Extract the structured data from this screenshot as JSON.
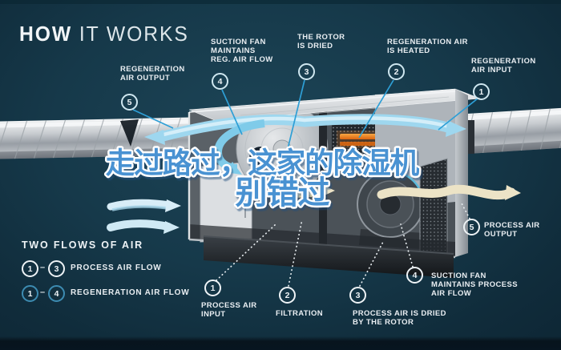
{
  "title": {
    "word_bold": "HOW",
    "word_light": " IT WORKS"
  },
  "watermark": {
    "line1": "走过路过，这家的除湿机",
    "line2": "别错过"
  },
  "callouts": {
    "reg_output": {
      "num": "5",
      "text": "REGENERATION\nAIR OUTPUT"
    },
    "reg_fan": {
      "num": "4",
      "text": "SUCTION FAN\nMAINTAINS\nREG. AIR FLOW"
    },
    "rotor_dried": {
      "num": "3",
      "text": "THE ROTOR\nIS DRIED"
    },
    "reg_heated": {
      "num": "2",
      "text": "REGENERATION AIR\nIS HEATED"
    },
    "reg_input": {
      "num": "1",
      "text": "REGENERATION\nAIR INPUT"
    },
    "process_output": {
      "num": "5",
      "text": "PROCESS AIR\nOUTPUT"
    },
    "process_fan": {
      "num": "4",
      "text": "SUCTION FAN\nMAINTAINS PROCESS\nAIR FLOW"
    },
    "process_dried": {
      "num": "3",
      "text": "PROCESS AIR IS DRIED\nBY THE ROTOR"
    },
    "filtration": {
      "num": "2",
      "text": "FILTRATION"
    },
    "process_input": {
      "num": "1",
      "text": "PROCESS AIR\nINPUT"
    }
  },
  "legend": {
    "heading": "TWO FLOWS OF AIR",
    "dash": "–",
    "rows": [
      {
        "from": "1",
        "to": "3",
        "label": "PROCESS AIR FLOW"
      },
      {
        "from": "1",
        "to": "4",
        "label": "REGENERATION AIR FLOW"
      }
    ]
  },
  "colors": {
    "background": "#112e3d",
    "label_text": "#e9eef2",
    "regen_leader_blue": "#2e9fd6",
    "regen_circle": "#cfe7f0",
    "process_circle": "#eef3f6",
    "legend_regen_circle": "#3d8cb2",
    "watermark_fill": "#4a92d2",
    "watermark_stroke": "#ffffff",
    "ribbon_blue": "#9ed7ef",
    "ribbon_pale_blue": "#d8edf7",
    "ribbon_cream": "#ece3c6",
    "heater_orange": "#ef8425",
    "duct_metal": "#c7cbcf"
  }
}
